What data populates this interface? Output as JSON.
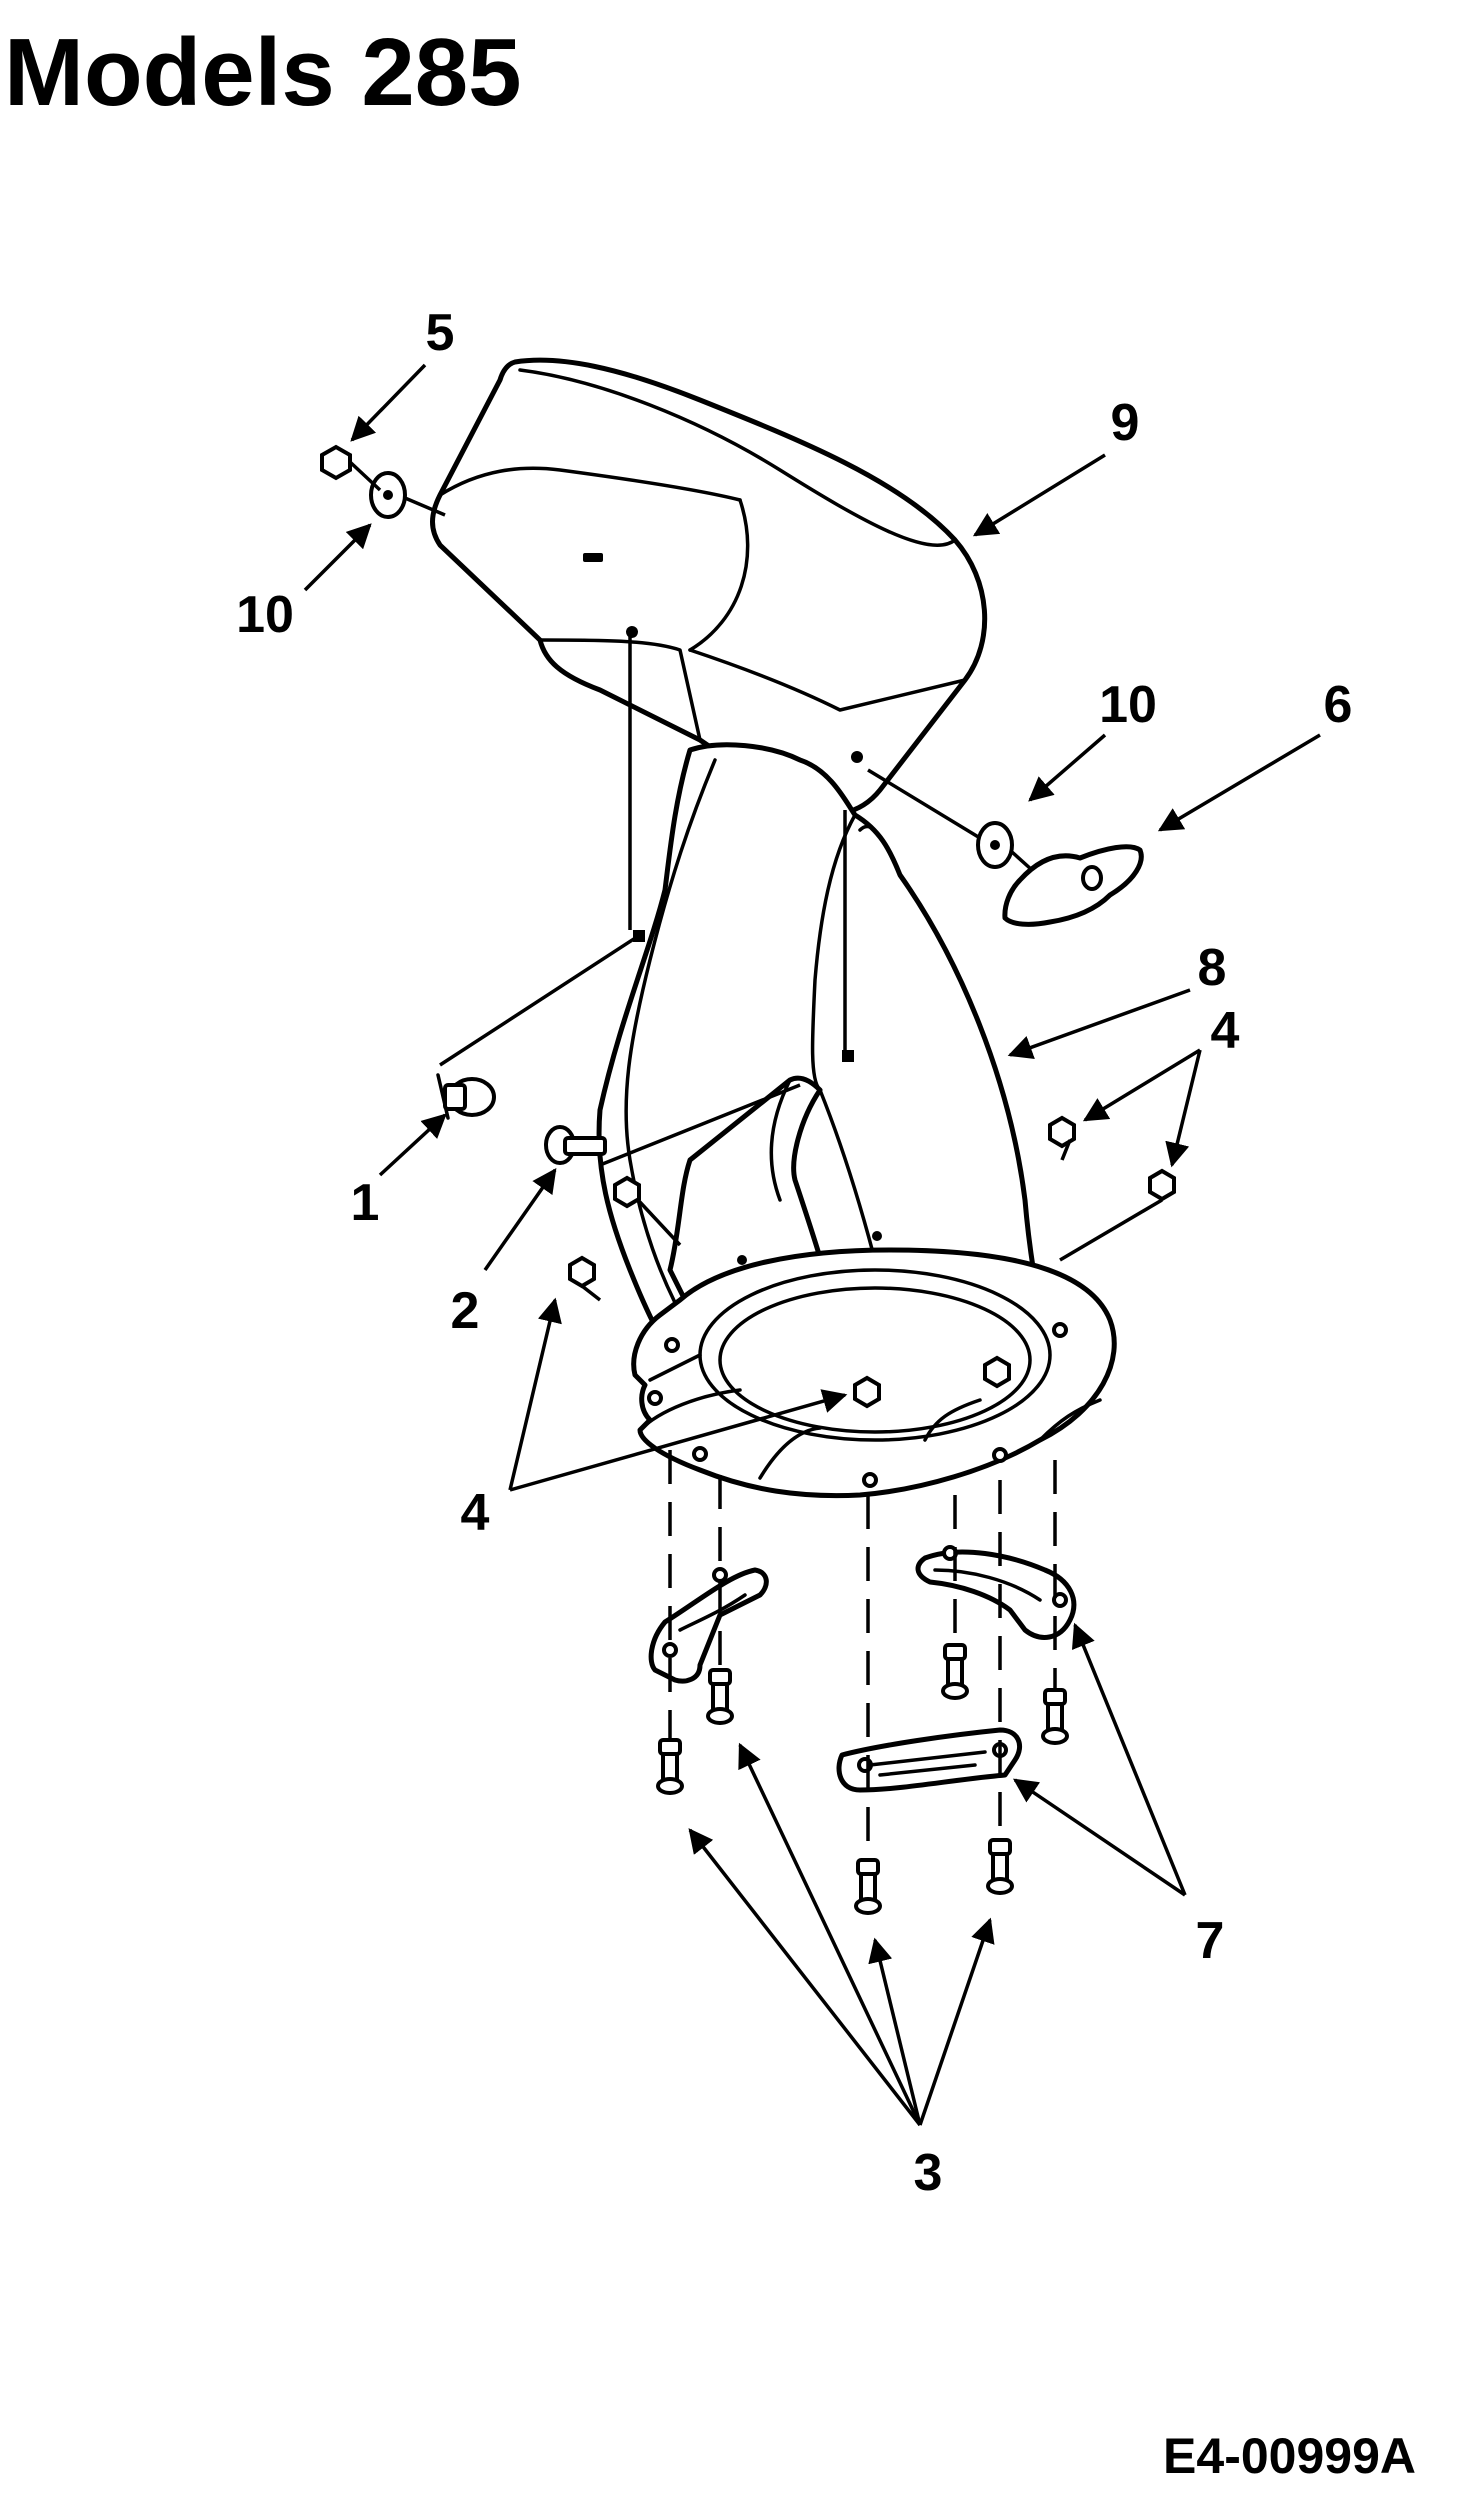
{
  "title": "Models 285",
  "diagram_code": "E4-00999A",
  "callouts": {
    "c1": "1",
    "c2": "2",
    "c3": "3",
    "c4a": "4",
    "c4b": "4",
    "c5": "5",
    "c6": "6",
    "c7": "7",
    "c8": "8",
    "c9": "9",
    "c10a": "10",
    "c10b": "10"
  }
}
